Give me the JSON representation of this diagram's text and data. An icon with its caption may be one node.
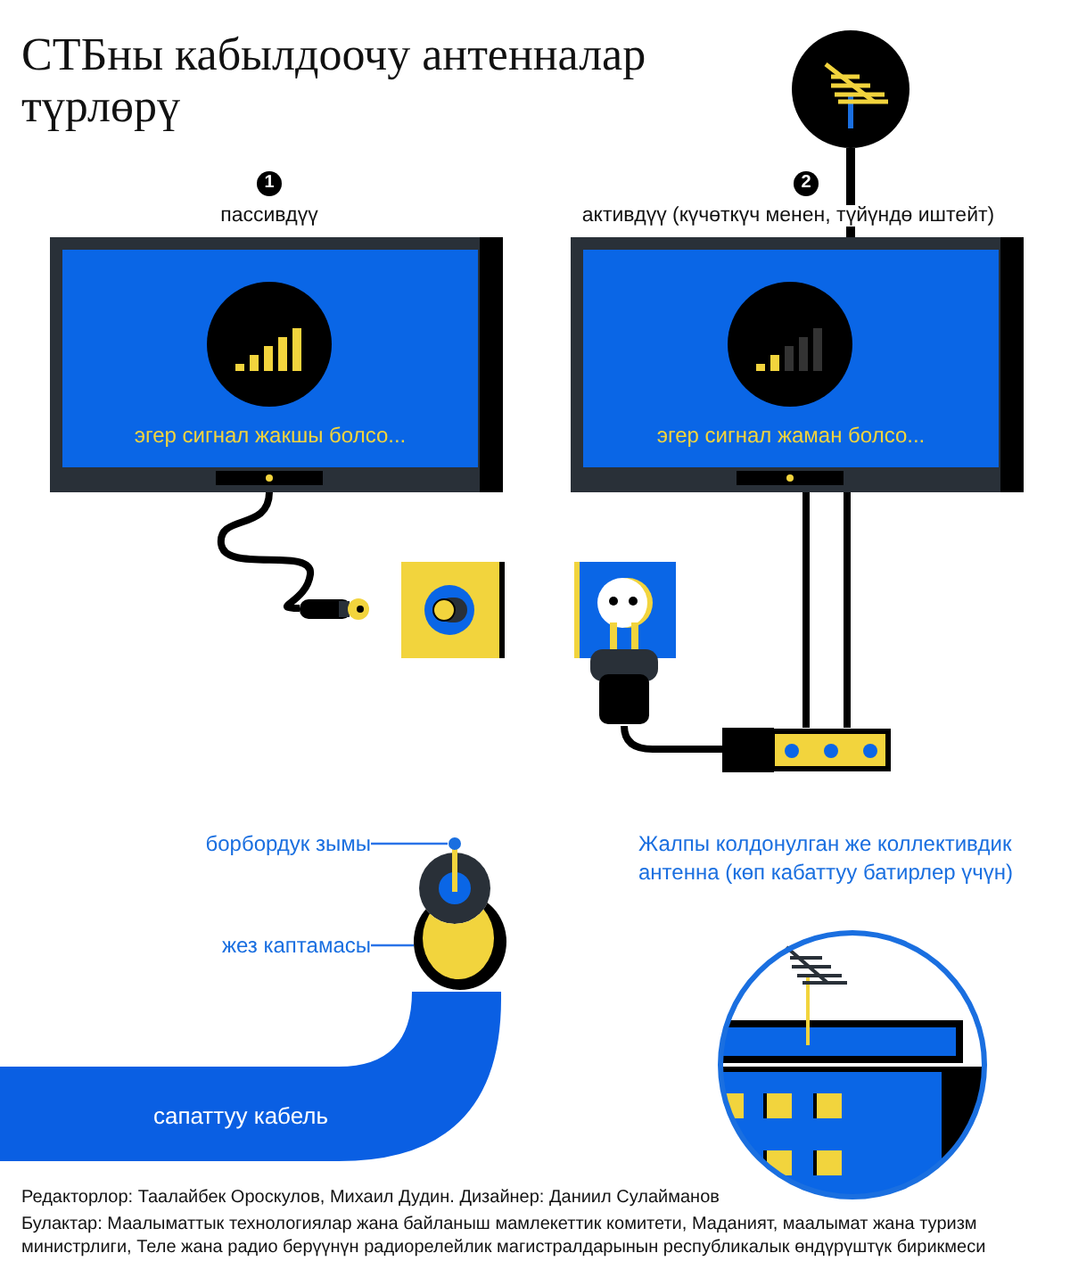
{
  "diagram": {
    "title": "СТБны кабылдоочу антенналар түрлөрү",
    "nodes": [
      {
        "text": [],
        "shape": "picture"
      },
      {
        "text": [
          "эгер сигнал жакшы болсо..."
        ],
        "beside": [
          "1",
          "пассивдүү"
        ]
      },
      {
        "text": [
          "эгер сигнал жаман болсо..."
        ],
        "beside": [
          "2",
          "активдүү (күчөткүч менен, түйүндө иштейт)"
        ]
      },
      {
        "text": [],
        "shape": "picture"
      },
      {
        "text": [],
        "shape": "picture"
      },
      {
        "text": [],
        "shape": "picture"
      },
      {
        "text": [],
        "shape": "picture"
      },
      {
        "text": [],
        "shape": "picture"
      },
      {
        "text": [
          "борбордук зымы"
        ]
      },
      {
        "text": [],
        "shape": "picture"
      },
      {
        "text": [
          "жез каптамасы"
        ]
      },
      {
        "text": [],
        "shape": "picture"
      },
      {
        "text": [
          "сапаттуу кабель"
        ]
      },
      {
        "text": [
          "Жалпы колдонулган же коллективдик антенна (көп кабаттуу батирлер үчүн)"
        ]
      }
    ],
    "edges": [
      {
        "from": 0,
        "to": 2,
        "arrow": "none"
      },
      {
        "from": 1,
        "to": 3,
        "arrow": "none"
      },
      {
        "from": 2,
        "to": 7,
        "arrow": "none"
      },
      {
        "from": 2,
        "to": 7,
        "arrow": "none"
      },
      {
        "from": 7,
        "to": 6,
        "arrow": "none"
      },
      {
        "from": 8,
        "to": 9,
        "arrow": "none",
        "color": "#2a73e8"
      },
      {
        "from": 10,
        "to": 11,
        "arrow": "none",
        "color": "#2a73e8"
      }
    ],
    "labels": [
      "Редакторлор: Таалайбек Ороскулов, Михаил Дудин. Дизайнер: Даниил Сулайманов",
      "Булактар: Маалыматтык технологиялар жана байланыш мамлекеттик комитети, Маданият, маалымат жана туризм министрлиги, Теле жана радио берүүнүн радиорелейлик магистралдарынын республикалык өндүрүштүк бирикмеси"
    ]
  }
}
